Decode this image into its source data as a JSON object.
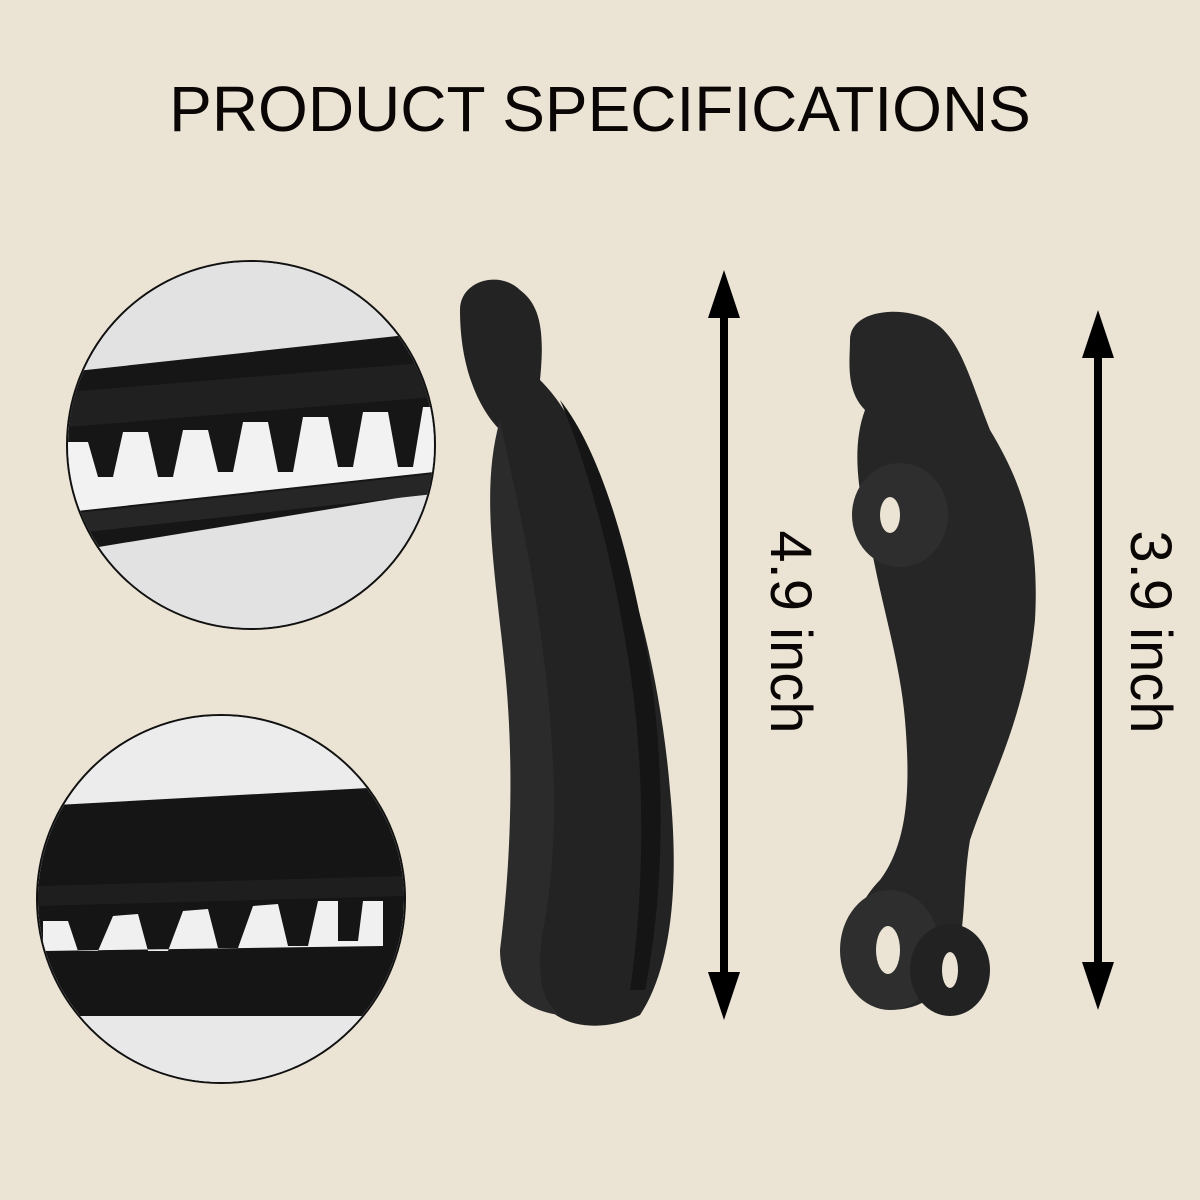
{
  "title": "PRODUCT SPECIFICATIONS",
  "colors": {
    "background": "#ebe4d5",
    "text": "#0a0605",
    "product": "#2a2a2a",
    "detail_background": "#e3e3e3"
  },
  "detail_views": [
    {
      "label": "teeth-closeup-top",
      "description": "Close-up of interlocking clip teeth"
    },
    {
      "label": "teeth-closeup-bottom",
      "description": "Close-up of clip teeth side view"
    }
  ],
  "products": [
    {
      "name": "banana-clip-ridged",
      "length": "4.9 inch"
    },
    {
      "name": "banana-clip-twisted",
      "length": "3.9 inch"
    }
  ]
}
